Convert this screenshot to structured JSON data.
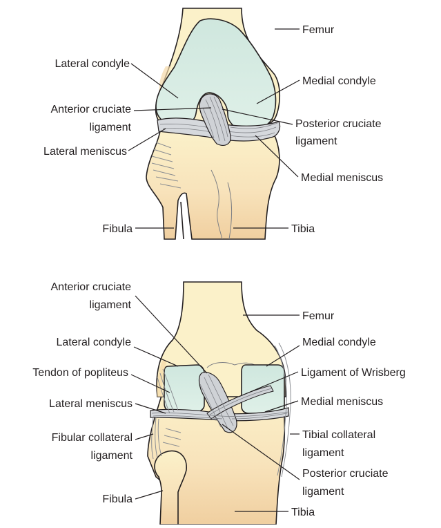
{
  "colors": {
    "bone": "#fbf1c9",
    "bone_shadow": "#f4d9a8",
    "bone_end": "#f0cfa0",
    "cartilage": "#d3ebe0",
    "ligament": "#cfd2d6",
    "ligament_fiber": "#7d7f84",
    "outline": "#231f20",
    "background": "#ffffff"
  },
  "top_view": {
    "labels": {
      "femur": "Femur",
      "lateral_condyle": "Lateral condyle",
      "medial_condyle": "Medial condyle",
      "acl_line1": "Anterior cruciate",
      "acl_line2": "ligament",
      "pcl_line1": "Posterior cruciate",
      "pcl_line2": "ligament",
      "lateral_meniscus": "Lateral meniscus",
      "medial_meniscus": "Medial meniscus",
      "fibula": "Fibula",
      "tibia": "Tibia"
    }
  },
  "bottom_view": {
    "labels": {
      "acl_line1": "Anterior cruciate",
      "acl_line2": "ligament",
      "femur": "Femur",
      "lateral_condyle": "Lateral condyle",
      "medial_condyle": "Medial condyle",
      "tendon_popliteus": "Tendon of popliteus",
      "ligament_wrisberg": "Ligament of Wrisberg",
      "lateral_meniscus": "Lateral meniscus",
      "medial_meniscus": "Medial meniscus",
      "fibular_collateral_line1": "Fibular collateral",
      "fibular_collateral_line2": "ligament",
      "tibial_collateral_line1": "Tibial collateral",
      "tibial_collateral_line2": "ligament",
      "pcl_line1": "Posterior cruciate",
      "pcl_line2": "ligament",
      "fibula": "Fibula",
      "tibia": "Tibia"
    }
  }
}
